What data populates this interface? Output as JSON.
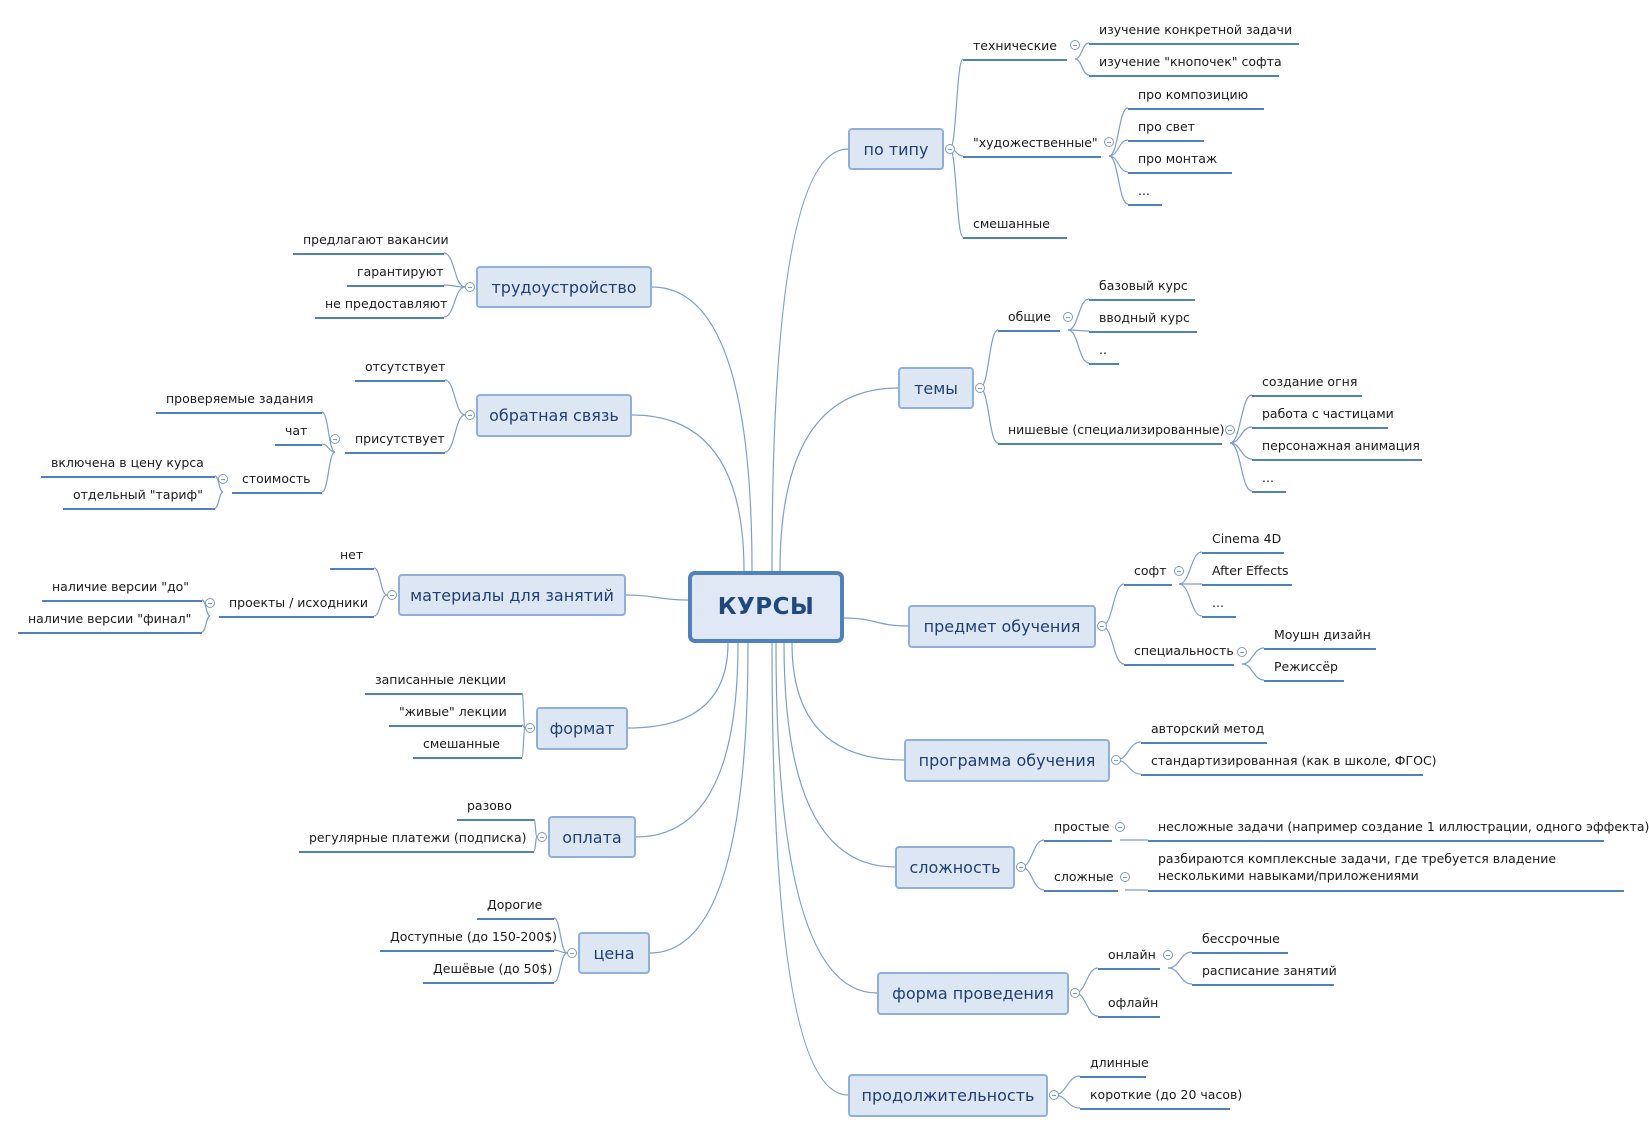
{
  "central": "КУРСЫ",
  "topics": {
    "po_tipu": "по типу",
    "temy": "темы",
    "predmet": "предмет обучения",
    "programma": "программа обучения",
    "slozhnost": "сложность",
    "forma": "форма проведения",
    "prodolzh": "продолжительность",
    "trudoustr": "трудоустройство",
    "obratnaya": "обратная связь",
    "materialy": "материалы для занятий",
    "format": "формат",
    "oplata": "оплата",
    "tsena": "цена"
  },
  "po_tipu": {
    "tech": "технические",
    "tech_items": [
      "изучение конкретной задачи",
      "изучение \"кнопочек\" софта"
    ],
    "art": "\"художественные\"",
    "art_items": [
      "про композицию",
      "про свет",
      "про монтаж",
      "..."
    ],
    "mixed": "смешанные"
  },
  "temy": {
    "general": "общие",
    "general_items": [
      "базовый курс",
      "вводный курс",
      ".."
    ],
    "niche": "нишевые (специализированные)",
    "niche_items": [
      "создание огня",
      "работа с частицами",
      "персонажная анимация",
      "..."
    ]
  },
  "predmet": {
    "soft": "софт",
    "soft_items": [
      "Cinema 4D",
      "After Effects",
      "..."
    ],
    "spec": "специальность",
    "spec_items": [
      "Моушн дизайн",
      "Режиссёр"
    ]
  },
  "programma": [
    "авторский метод",
    "стандартизированная (как в школе, ФГОС)"
  ],
  "slozhnost": {
    "simple": "простые",
    "simple_item": "несложные задачи (например создание 1 иллюстрации, одного эффекта)",
    "complex": "сложные",
    "complex_item": "разбираются комплексные задачи, где требуется владение несколькими навыками/приложениями"
  },
  "forma": {
    "online": "онлайн",
    "online_items": [
      "бессрочные",
      "расписание занятий"
    ],
    "offline": "офлайн"
  },
  "prodolzh": [
    "длинные",
    "короткие (до 20 часов)"
  ],
  "trudoustr": [
    "предлагают вакансии",
    "гарантируют",
    "не предоставляют"
  ],
  "obratnaya": {
    "absent": "отсутствует",
    "present": "присутствует",
    "present_items": [
      "проверяемые задания",
      "чат"
    ],
    "cost": "стоимость",
    "cost_items": [
      "включена в цену курса",
      "отдельный \"тариф\""
    ]
  },
  "materialy": {
    "no": "нет",
    "projects": "проекты / исходники",
    "project_items": [
      "наличие версии \"до\"",
      "наличие версии \"финал\""
    ]
  },
  "format": [
    "записанные лекции",
    "\"живые\" лекции",
    "смешанные"
  ],
  "oplata": [
    "разово",
    "регулярные платежи (подписка)"
  ],
  "tsena": [
    "Дорогие",
    "Доступные (до 150-200$)",
    "Дешёвые (до 50$)"
  ],
  "colors": {
    "line": "#7f9fc8",
    "underline": "#4f81bd",
    "topic_fill": "#dde7f3",
    "root_border": "#4f81bd",
    "text": "#1f3f73"
  }
}
